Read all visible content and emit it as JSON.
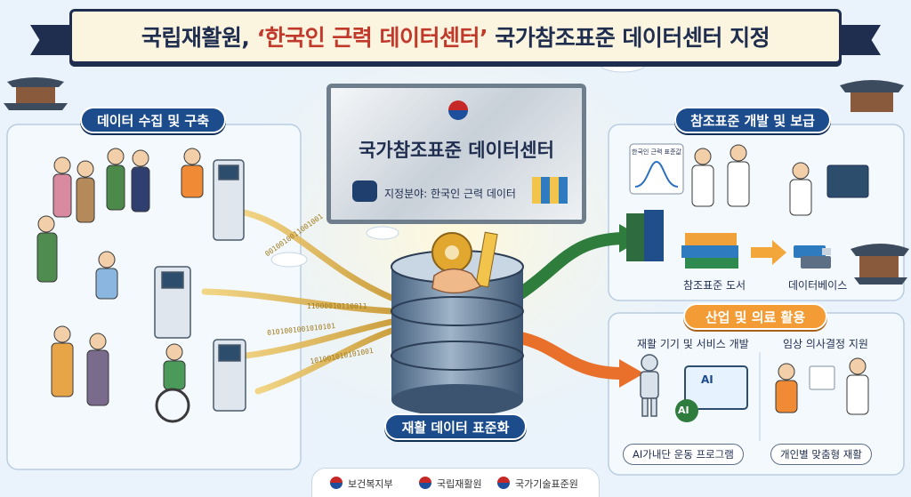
{
  "title": {
    "prefix": "국립재활원, ",
    "highlight": "‘한국인 근력 데이터센터’",
    "suffix": " 국가참조표준 데이터센터 지정"
  },
  "left_section": {
    "label": "데이터 수집 및 구축"
  },
  "center": {
    "plaque_title": "국가참조표준 데이터센터",
    "plaque_field": "지정분야: 한국인 근력 데이터",
    "binary_strings": [
      "0010010011001001",
      "11000010110011",
      "0101001001010101",
      "101001010101001"
    ],
    "database_label": "재활 데이터 표준화"
  },
  "right_top": {
    "label": "참조표준 개발 및 보급",
    "chart_card_title": "한국인 근력 표준값",
    "items": [
      "참조표준 도서",
      "데이터베이스"
    ]
  },
  "right_bottom": {
    "label": "산업 및 의료 활용",
    "headings": [
      "재활 기기 및 서비스 개발",
      "임상 의사결정 지원"
    ],
    "screen_text": "AI",
    "robot_badge": "AI",
    "tags": [
      "AI가내단 운동 프로그램",
      "개인별 맞춤형 재활"
    ]
  },
  "footer": {
    "orgs": [
      "보건복지부",
      "국립재활원",
      "국가기술표준원"
    ]
  },
  "colors": {
    "navy": "#1f2d4f",
    "highlight_red": "#c0392b",
    "section_blue": "#1c4c8c",
    "section_orange": "#f39c36",
    "green_arrow": "#2e7d3c",
    "orange_arrow": "#e8702a",
    "gold_stream": "#e0b43c"
  }
}
